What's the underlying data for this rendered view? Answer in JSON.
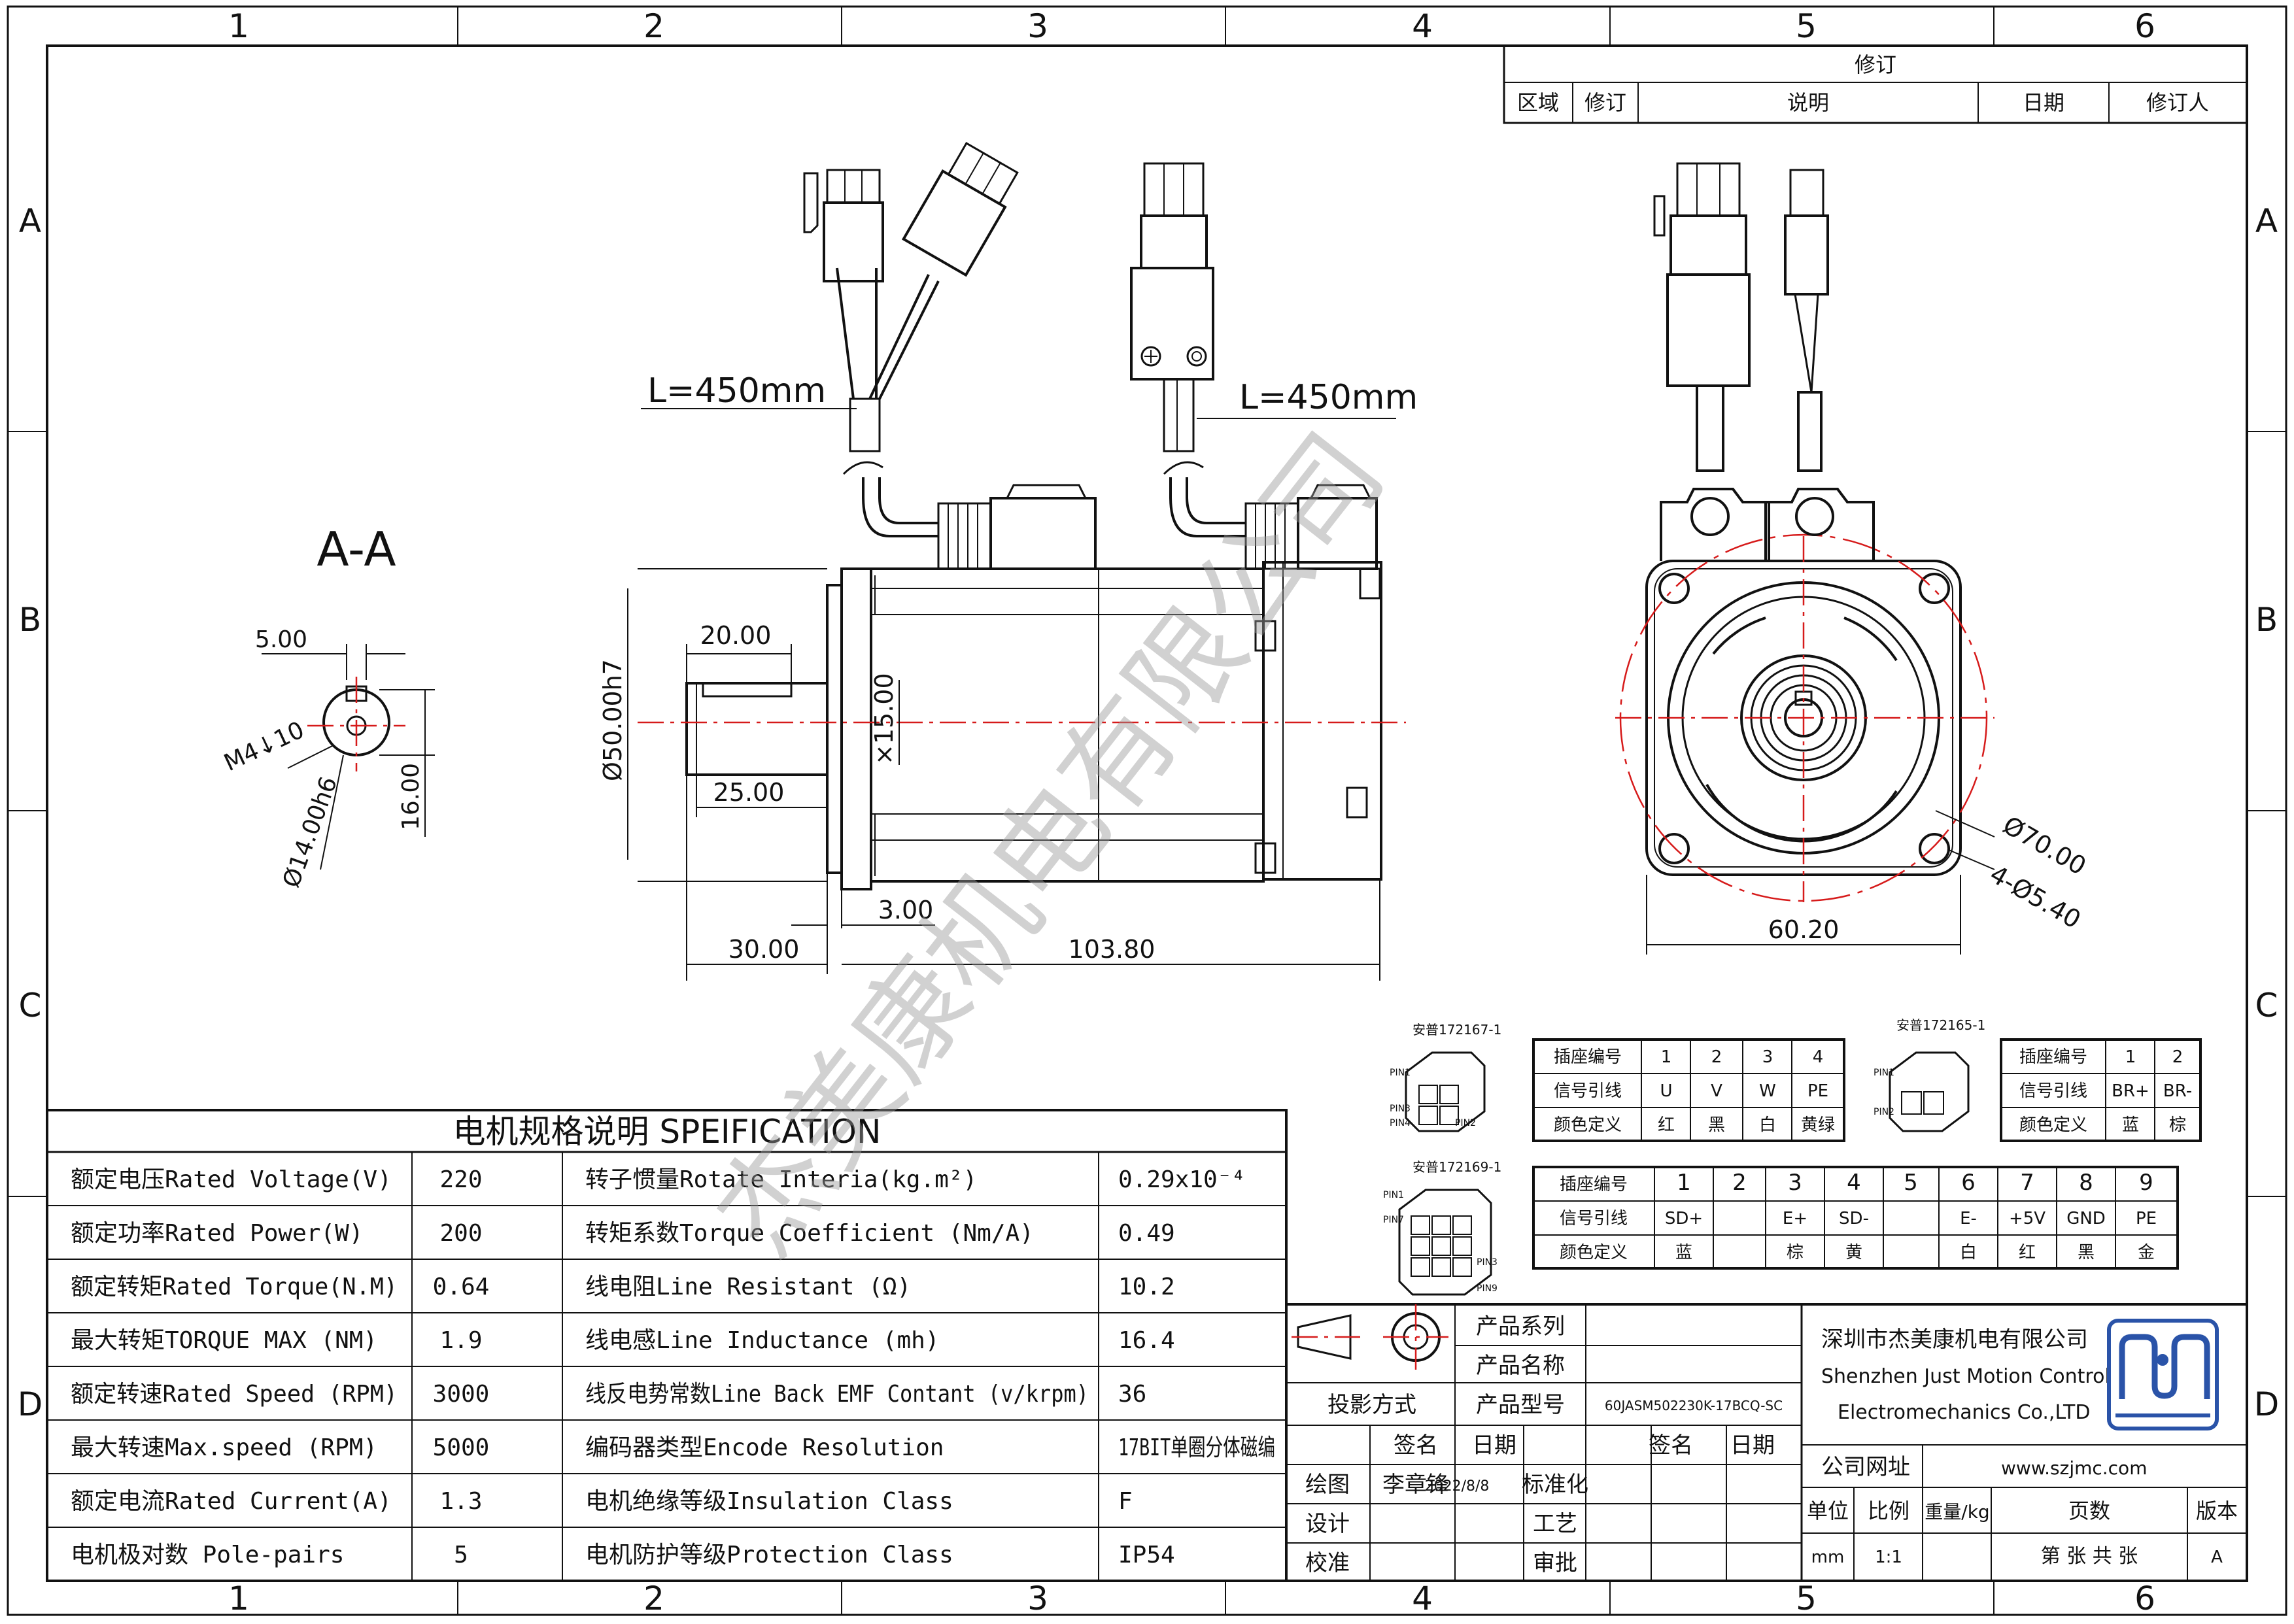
{
  "grid": {
    "columns": [
      "1",
      "2",
      "3",
      "4",
      "5",
      "6"
    ],
    "rows": [
      "A",
      "B",
      "C",
      "D"
    ]
  },
  "revision_table": {
    "title": "修订",
    "headers": [
      "区域",
      "修订",
      "说明",
      "日期",
      "修订人"
    ]
  },
  "views": {
    "section_label": "A-A",
    "cable_length_left": "L=450mm",
    "cable_length_right": "L=450mm"
  },
  "dimensions": {
    "key_width": "5.00",
    "key_hole": "M4↓10",
    "shaft_dia": "Ø14.00h6",
    "key_height": "16.00",
    "pilot_dia": "Ø50.00h7",
    "key_len": "20.00",
    "shaft_len": "25.00",
    "flange_thk": "3.00",
    "shaft_total": "30.00",
    "body_len": "103.80",
    "inner_dia": "×15.00",
    "pcd": "Ø70.00",
    "holes": "4-Ø5.40",
    "flange_w": "60.20"
  },
  "watermark": "杰美康机电有限公司",
  "connectors": {
    "c1": {
      "title": "安普172167-1",
      "pins": [
        "PIN1",
        "PIN3",
        "PIN4",
        "PIN2"
      ],
      "rows": [
        {
          "label": "插座编号",
          "cells": [
            "1",
            "2",
            "3",
            "4"
          ]
        },
        {
          "label": "信号引线",
          "cells": [
            "U",
            "V",
            "W",
            "PE"
          ]
        },
        {
          "label": "颜色定义",
          "cells": [
            "红",
            "黑",
            "白",
            "黄绿"
          ]
        }
      ]
    },
    "c2": {
      "title": "安普172165-1",
      "pins": [
        "PIN1",
        "PIN2"
      ],
      "rows": [
        {
          "label": "插座编号",
          "cells": [
            "1",
            "2"
          ]
        },
        {
          "label": "信号引线",
          "cells": [
            "BR+",
            "BR-"
          ]
        },
        {
          "label": "颜色定义",
          "cells": [
            "蓝",
            "棕"
          ]
        }
      ]
    },
    "c3": {
      "title": "安普172169-1",
      "pins": [
        "PIN1",
        "PIN7",
        "PIN3",
        "PIN9"
      ],
      "rows": [
        {
          "label": "插座编号",
          "cells": [
            "1",
            "2",
            "3",
            "4",
            "5",
            "6",
            "7",
            "8",
            "9"
          ]
        },
        {
          "label": "信号引线",
          "cells": [
            "SD+",
            "",
            "E+",
            "SD-",
            "",
            "E-",
            "+5V",
            "GND",
            "PE"
          ]
        },
        {
          "label": "颜色定义",
          "cells": [
            "蓝",
            "",
            "棕",
            "黄",
            "",
            "白",
            "红",
            "黑",
            "金"
          ]
        }
      ]
    }
  },
  "spec": {
    "title": "电机规格说明 SPEIFICATION",
    "rows": [
      {
        "l": "额定电压Rated Voltage(V)",
        "lv": "220",
        "r": "转子惯量Rotate Interia(kg.m²)",
        "rv": "0.29x10⁻⁴"
      },
      {
        "l": "额定功率Rated Power(W)",
        "lv": "200",
        "r": "转矩系数Torque Coefficient (Nm/A)",
        "rv": "0.49"
      },
      {
        "l": "额定转矩Rated Torque(N.M)",
        "lv": "0.64",
        "r": "线电阻Line Resistant (Ω)",
        "rv": "10.2"
      },
      {
        "l": "最大转矩TORQUE MAX (NM)",
        "lv": "1.9",
        "r": "线电感Line Inductance (mh)",
        "rv": "16.4"
      },
      {
        "l": "额定转速Rated Speed (RPM)",
        "lv": "3000",
        "r": "线反电势常数Line Back EMF Contant (v/krpm)",
        "rv": "36"
      },
      {
        "l": "最大转速Max.speed (RPM)",
        "lv": "5000",
        "r": "编码器类型Encode Resolution",
        "rv": "17BIT单圈分体磁编"
      },
      {
        "l": "额定电流Rated Current(A)",
        "lv": "1.3",
        "r": "电机绝缘等级Insulation Class",
        "rv": "F"
      },
      {
        "l": "电机极对数 Pole-pairs",
        "lv": "5",
        "r": "电机防护等级Protection Class",
        "rv": "IP54"
      }
    ]
  },
  "title_block": {
    "projection": "投影方式",
    "product_series": "产品系列",
    "product_name": "产品名称",
    "product_model": "产品型号",
    "model_value": "60JASM502230K-17BCQ-SC",
    "sign": "签名",
    "date": "日期",
    "draw": "绘图",
    "drawer": "李章锋",
    "draw_date": "2022/8/8",
    "design": "设计",
    "check": "校准",
    "standard": "标准化",
    "process": "工艺",
    "approve": "审批",
    "sign2": "签名",
    "date2": "日期",
    "company_cn": "深圳市杰美康机电有限公司",
    "company_en1": "Shenzhen Just Motion Control",
    "company_en2": "Electromechanics Co.,LTD",
    "website_label": "公司网址",
    "website": "www.szjmc.com",
    "unit": "单位",
    "scale": "比例",
    "weight": "重量/kg",
    "pages": "页数",
    "version": "版本",
    "unit_v": "mm",
    "scale_v": "1:1",
    "pages_v": "第 张 共 张",
    "version_v": "A"
  }
}
